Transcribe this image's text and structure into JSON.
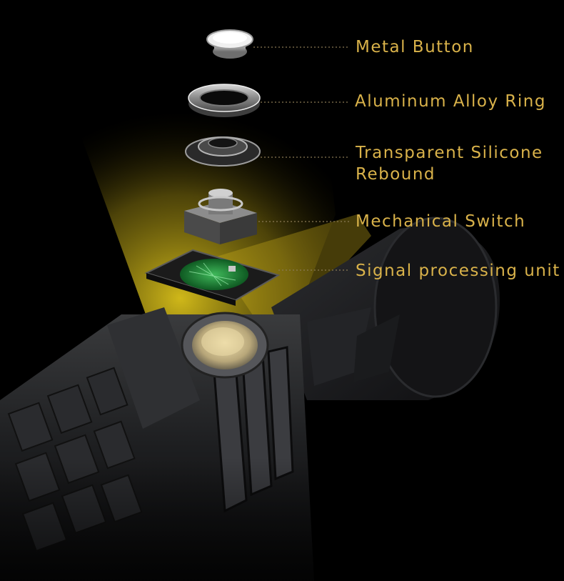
{
  "colors": {
    "label_text": "#d9b24a",
    "leader_line": "#8a7a55",
    "light_beam": "#f2d21a",
    "pcb_green": "#1f8a3a",
    "background": "#000000"
  },
  "parts": [
    {
      "id": "metal-button",
      "label": "Metal Button"
    },
    {
      "id": "aluminum-alloy-ring",
      "label": "Aluminum Alloy Ring"
    },
    {
      "id": "transparent-silicone-rebound",
      "label_line1": "Transparent Silicone",
      "label_line2": "Rebound"
    },
    {
      "id": "mechanical-switch",
      "label": "Mechanical Switch"
    },
    {
      "id": "signal-processing-unit",
      "label": "Signal processing unit"
    }
  ]
}
